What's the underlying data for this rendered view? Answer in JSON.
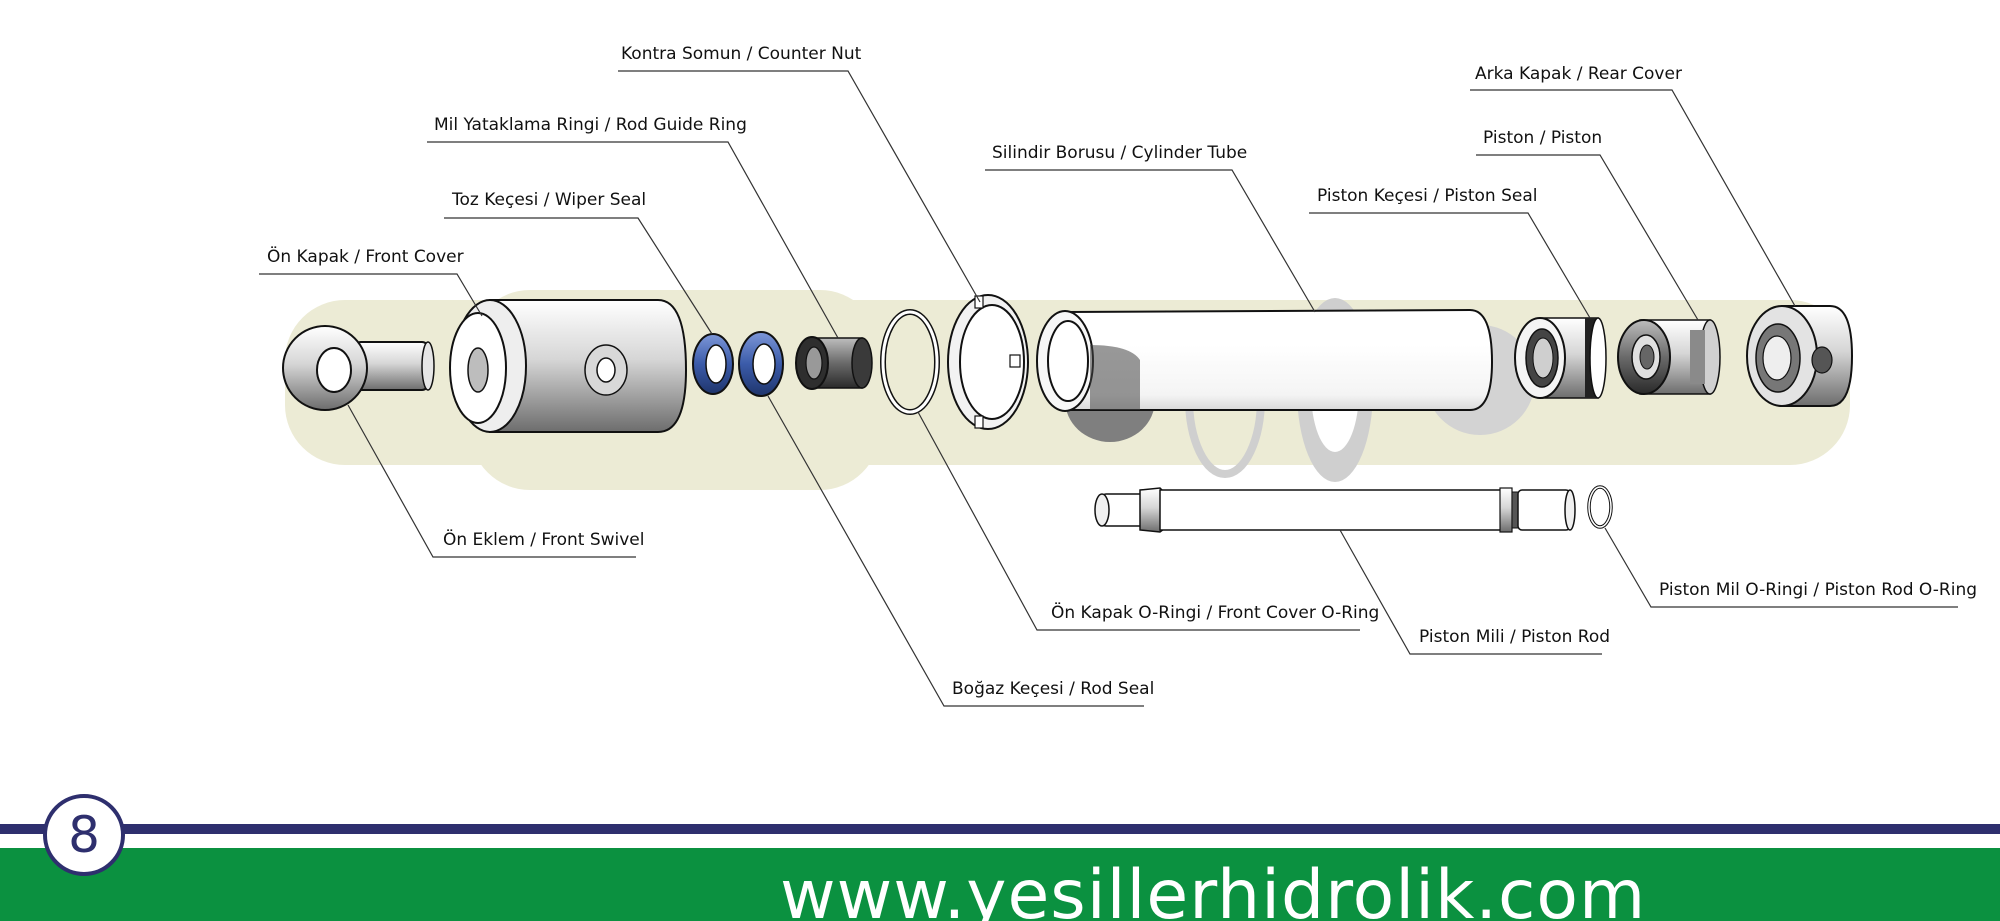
{
  "labels": {
    "counter_nut": "Kontra Somun / Counter Nut",
    "rear_cover": "Arka Kapak / Rear Cover",
    "rod_guide_ring": "Mil Yataklama Ringi / Rod Guide Ring",
    "piston": "Piston / Piston",
    "cylinder_tube": "Silindir Borusu / Cylinder Tube",
    "wiper_seal": "Toz Keçesi / Wiper Seal",
    "piston_seal": "Piston Keçesi / Piston Seal",
    "front_cover": "Ön Kapak / Front Cover",
    "front_swivel": "Ön Eklem / Front Swivel",
    "piston_rod_oring": "Piston Mil O-Ringi / Piston Rod O-Ring",
    "front_cover_oring": "Ön Kapak O-Ringi / Front Cover O-Ring",
    "piston_rod": "Piston Mili / Piston Rod",
    "rod_seal": "Boğaz Keçesi / Rod Seal"
  },
  "footer": {
    "page_number": "8",
    "website": "www.yesillerhidrolik.com"
  },
  "colors": {
    "footer_green": "#0b9140",
    "footer_navy": "#2e2f6e",
    "seal_blue": "#3b5ba9",
    "shadow_beige": "#ecebd5"
  }
}
